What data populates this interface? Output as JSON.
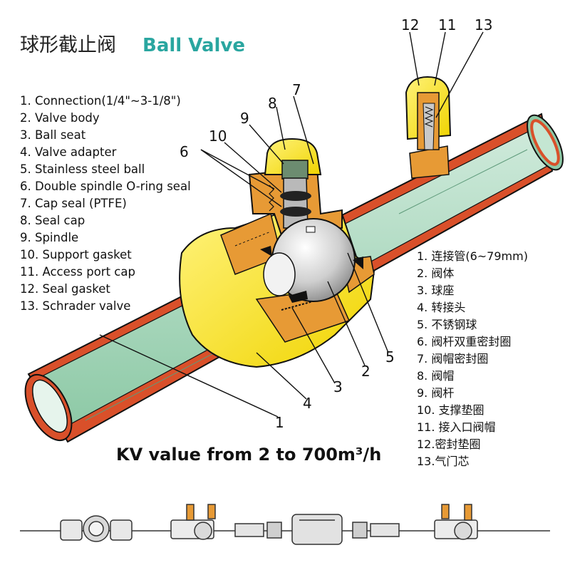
{
  "title": {
    "chinese": "球形截止阀",
    "english": "Ball Valve",
    "english_color": "#2aa6a0"
  },
  "legend_en": [
    "1.  Connection(1/4\"~3-1/8\")",
    "2.  Valve body",
    "3.  Ball seat",
    "4.  Valve adapter",
    "5.  Stainless steel ball",
    "6.  Double spindle O-ring seal",
    "7.  Cap seal (PTFE)",
    "8.  Seal cap",
    "9.  Spindle",
    "10. Support gasket",
    "11. Access port cap",
    "12. Seal gasket",
    "13. Schrader valve"
  ],
  "legend_cn": [
    "1. 连接管(6~79mm)",
    "2. 阀体",
    "3. 球座",
    "4.  转接头",
    "5. 不锈钢球",
    "6. 阀杆双重密封圈",
    "7. 阀帽密封圈",
    "8. 阀帽",
    "9. 阀杆",
    "10. 支撑垫圈",
    "11. 接入口阀帽",
    "12.密封垫圈",
    "13.气门芯"
  ],
  "callouts": [
    "1",
    "2",
    "3",
    "4",
    "5",
    "6",
    "7",
    "8",
    "9",
    "10",
    "11",
    "12",
    "13"
  ],
  "kv_text": "KV value from 2 to 700m³/h",
  "colors": {
    "pipe_copper": "#d9502a",
    "pipe_inner": "#a6d8b8",
    "yellow_body": "#f5e000",
    "brass": "#e79a35",
    "steel_ball": "#d6d6d6",
    "spindle_green": "#6c8c70"
  }
}
